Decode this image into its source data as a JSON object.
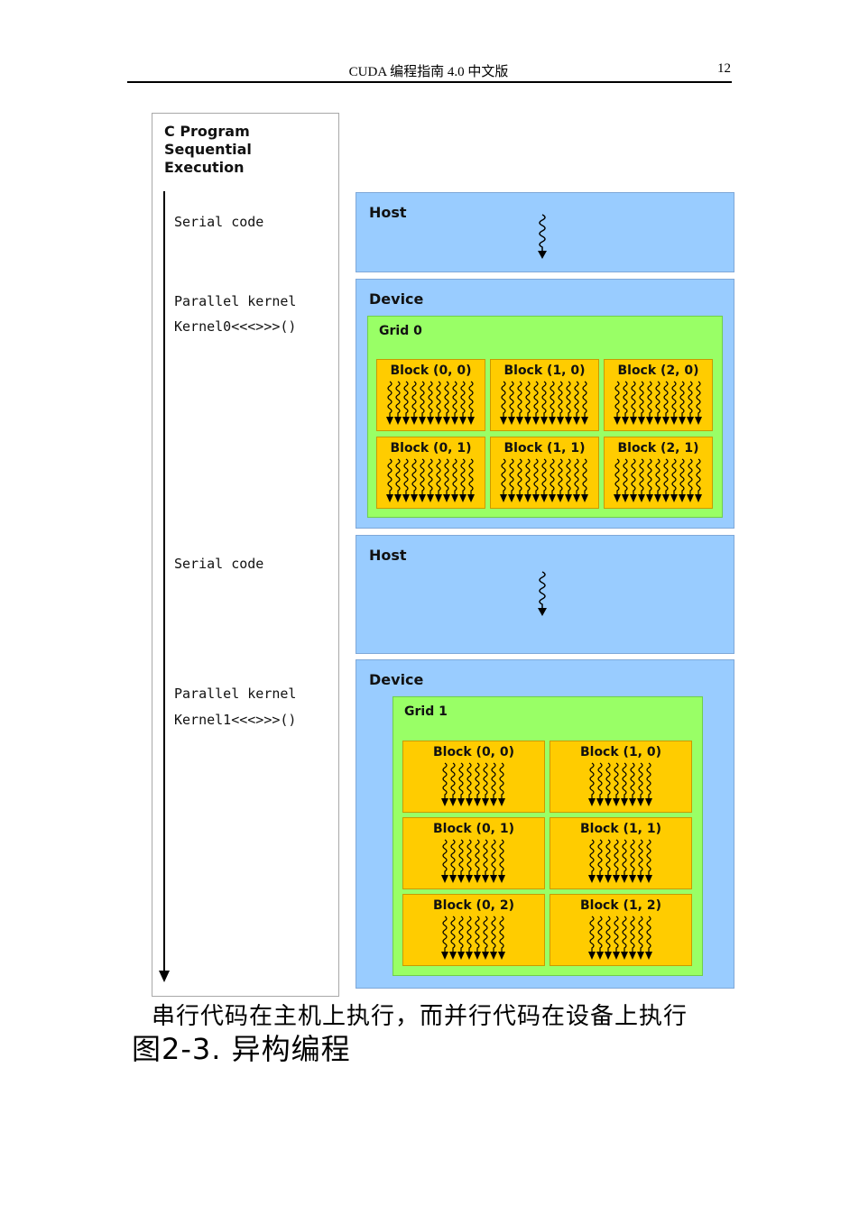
{
  "header": {
    "title": "CUDA 编程指南 4.0 中文版",
    "page_number": "12"
  },
  "left": {
    "title_lines": [
      "C Program",
      "Sequential",
      "Execution"
    ],
    "serial_code_1": "Serial code",
    "parallel_kernel_1": "Parallel kernel",
    "kernel0_call": "Kernel0<<<>>>()",
    "serial_code_2": "Serial code",
    "parallel_kernel_2": "Parallel kernel",
    "kernel1_call": "Kernel1<<<>>>()"
  },
  "host_label": "Host",
  "device_label": "Device",
  "grid0": {
    "label": "Grid 0",
    "blocks": [
      "Block (0, 0)",
      "Block (1, 0)",
      "Block (2, 0)",
      "Block (0, 1)",
      "Block (1, 1)",
      "Block (2, 1)"
    ]
  },
  "grid1": {
    "label": "Grid 1",
    "blocks": [
      "Block (0, 0)",
      "Block (1, 0)",
      "Block (0, 1)",
      "Block (1, 1)",
      "Block (0, 2)",
      "Block (1, 2)"
    ]
  },
  "caption": {
    "line1": "串行代码在主机上执行，而并行代码在设备上执行",
    "line2": "图2-3. 异构编程"
  },
  "colors": {
    "host": "#99ccff",
    "grid": "#99ff66",
    "block": "#ffcc00"
  }
}
